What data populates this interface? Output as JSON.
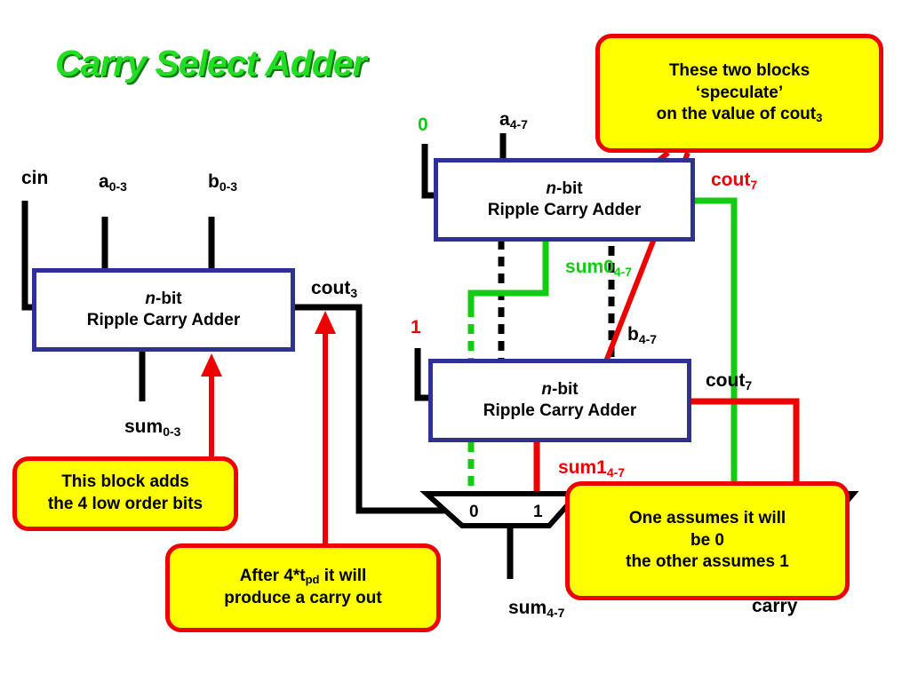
{
  "title": "Carry Select Adder",
  "adder": {
    "n": "n",
    "bit": "-bit",
    "name": "Ripple Carry Adder"
  },
  "labels": {
    "cin": "cin",
    "a03": {
      "base": "a",
      "sub": "0-3"
    },
    "b03": {
      "base": "b",
      "sub": "0-3"
    },
    "cout3": {
      "base": "cout",
      "sub": "3"
    },
    "sum03": {
      "base": "sum",
      "sub": "0-3"
    },
    "zero_in": "0",
    "one_in": "1",
    "a47": {
      "base": "a",
      "sub": "4-7"
    },
    "b47": {
      "base": "b",
      "sub": "4-7"
    },
    "cout7_top": {
      "base": "cout",
      "sub": "7"
    },
    "cout7_bot": {
      "base": "cout",
      "sub": "7"
    },
    "sum0_47": {
      "base": "sum0",
      "sub": "4-7"
    },
    "sum1_47": {
      "base": "sum1",
      "sub": "4-7"
    },
    "sum47": {
      "base": "sum",
      "sub": "4-7"
    },
    "mux_in0": "0",
    "mux_in1": "1",
    "carry": "carry"
  },
  "callouts": {
    "speculate": {
      "line1": "These two blocks",
      "line2": "‘speculate’",
      "line3_pre": "on the value of cout",
      "line3_sub": "3"
    },
    "low_order": {
      "line1": "This block adds",
      "line2": "the 4 low order bits"
    },
    "carry_out": {
      "line1_pre": "After 4*t",
      "line1_sub": "pd",
      "line1_post": " it will",
      "line2": "produce a carry out"
    },
    "assumes": {
      "line1": "One assumes it will",
      "line2": "be 0",
      "line3": "the other assumes 1"
    }
  },
  "colors": {
    "block_border": "#2e3192",
    "callout_fill": "#ffff00",
    "callout_border": "#ee0000",
    "wire_green": "#11cc11",
    "wire_red": "#ee0000",
    "title_green": "#22dd22"
  }
}
